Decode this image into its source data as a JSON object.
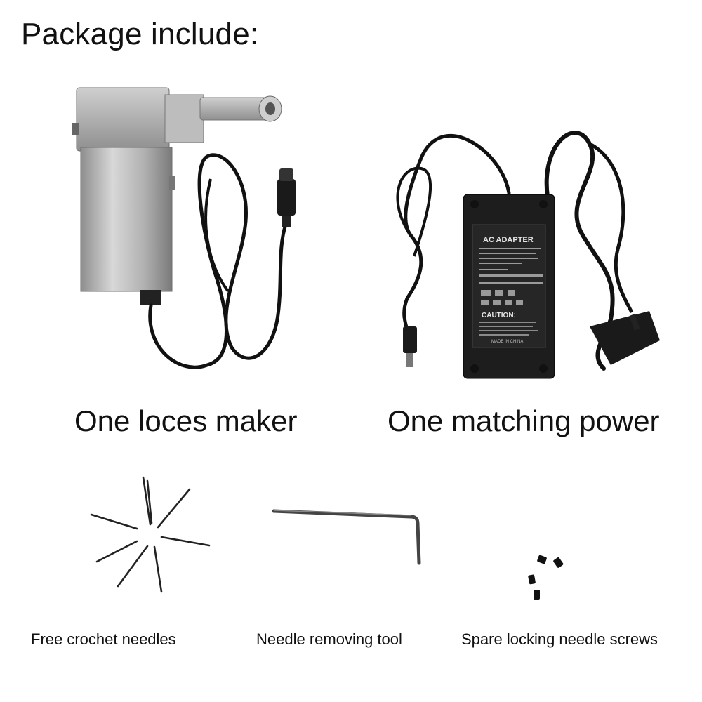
{
  "title": "Package include:",
  "items": {
    "maker": {
      "caption": "One loces maker",
      "icon": "loces-maker-device"
    },
    "power": {
      "caption": "One matching power",
      "icon": "ac-adapter",
      "label_lines": [
        "AC ADAPTER",
        "CAUTION:",
        "MADE IN CHINA"
      ]
    },
    "needles": {
      "caption": "Free crochet needles",
      "icon": "crochet-needles"
    },
    "tool": {
      "caption": "Needle removing tool",
      "icon": "hex-key-tool"
    },
    "screws": {
      "caption": "Spare locking needle screws",
      "icon": "locking-screws"
    }
  },
  "colors": {
    "background": "#ffffff",
    "text": "#111111",
    "metal": "#b9b9b9",
    "cable": "#111111",
    "adapter": "#1a1a1a"
  }
}
